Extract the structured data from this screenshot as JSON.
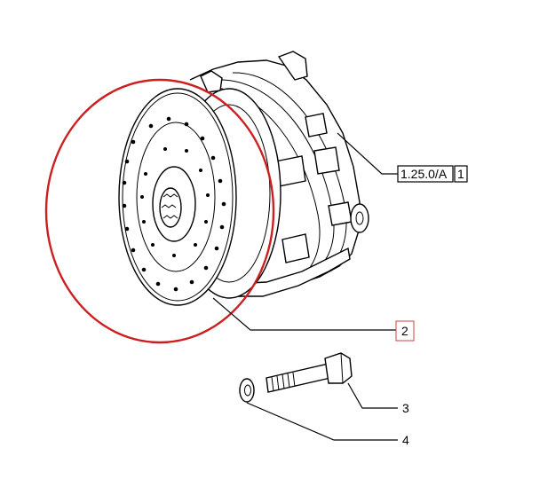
{
  "callouts": [
    {
      "id": "ref",
      "text": "1.25.0/A",
      "index": "1"
    },
    {
      "id": "disc",
      "text": "2"
    },
    {
      "id": "bolt",
      "text": "3"
    },
    {
      "id": "washer",
      "text": "4"
    }
  ],
  "colors": {
    "highlight": "#cc1f1f",
    "line": "#000000",
    "background": "#ffffff",
    "callout_box_red": "#cc4444"
  }
}
